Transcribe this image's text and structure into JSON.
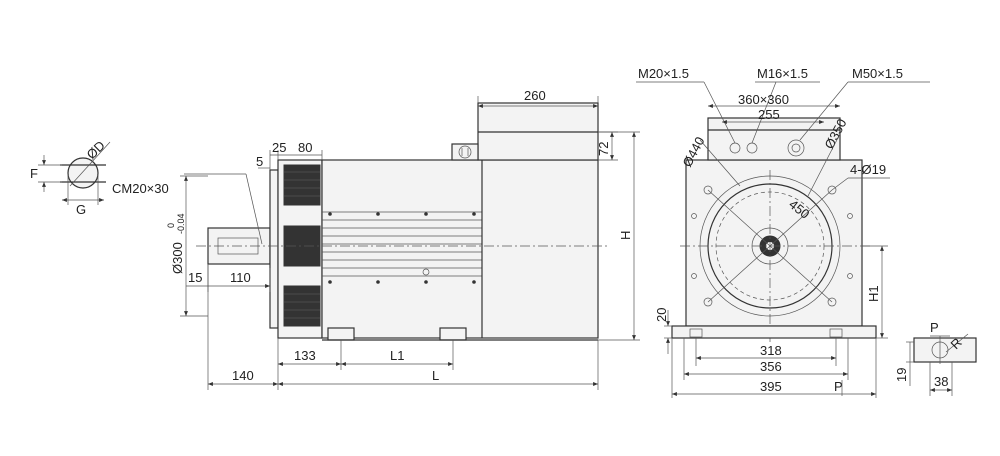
{
  "labels": {
    "shaft_F": "F",
    "shaft_D": "ØD",
    "shaft_G": "G",
    "thread_center": "CM20×30",
    "shaft_dia_base": "Ø300",
    "shaft_dia_upper": "0",
    "shaft_dia_lower": "-0.04",
    "dim_15": "15",
    "dim_110": "110",
    "dim_140": "140",
    "dim_L": "L",
    "dim_133": "133",
    "dim_L1": "L1",
    "dim_25": "25",
    "dim_80": "80",
    "dim_5": "5",
    "dim_260": "260",
    "dim_72": "72",
    "dim_H": "H",
    "thread_m20": "M20×1.5",
    "thread_m16": "M16×1.5",
    "thread_m50": "M50×1.5",
    "dim_360x360": "360×360",
    "dim_255": "255",
    "dim_d440": "Ø440",
    "dim_d350": "Ø350",
    "dim_4d19": "4-Ø19",
    "dim_450": "450",
    "dim_20": "20",
    "dim_H1": "H1",
    "dim_318": "318",
    "dim_356": "356",
    "dim_395": "395",
    "dim_P": "P",
    "dim_19": "19",
    "dim_38": "38",
    "foot_P": "P",
    "foot_R": "R"
  }
}
